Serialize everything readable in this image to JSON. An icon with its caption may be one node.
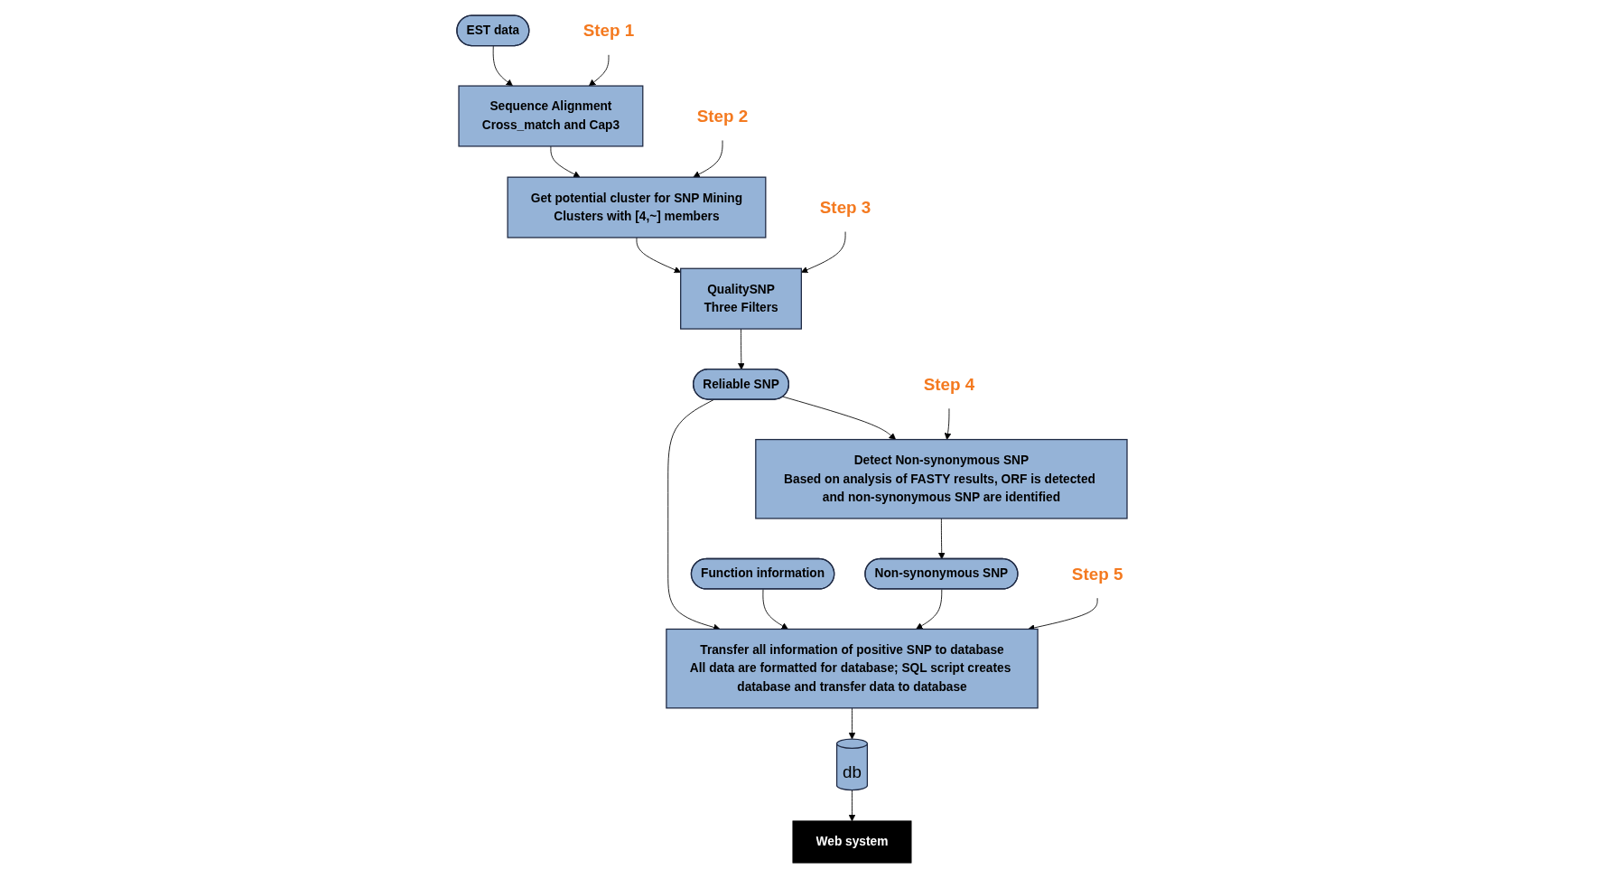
{
  "diagram": {
    "nodes": [
      {
        "text": [
          "EST data"
        ]
      },
      {
        "text": [
          "Step 1"
        ]
      },
      {
        "text": [
          "Sequence Alignment",
          "Cross_match and Cap3"
        ]
      },
      {
        "text": [
          "Step 2"
        ]
      },
      {
        "text": [
          "Get potential cluster for SNP Mining",
          "Clusters with [4,~] members"
        ]
      },
      {
        "text": [
          "Step 3"
        ]
      },
      {
        "text": [
          "QualitySNP",
          "Three Filters"
        ]
      },
      {
        "text": [
          "Reliable SNP"
        ]
      },
      {
        "text": [
          "Step 4"
        ]
      },
      {
        "text": [
          "Detect Non-synonymous SNP",
          "Based on analysis of FASTY results, ORF is detected and non-synonymous SNP are identified"
        ]
      },
      {
        "text": [
          "Web system"
        ]
      },
      {
        "text": [
          "Function information"
        ]
      },
      {
        "text": [
          "Non-synonymous SNP"
        ]
      },
      {
        "text": [
          "Transfer all information of positive SNP to database",
          "All data are formatted for database; SQL script creates database and transfer data to database"
        ]
      },
      {
        "text": [
          "db"
        ]
      },
      {
        "text": [
          "Step 5"
        ]
      }
    ],
    "edges": [
      {
        "from": 0,
        "to": 2,
        "arrow": "to"
      },
      {
        "from": 1,
        "to": 2,
        "arrow": "to"
      },
      {
        "from": 2,
        "to": 4,
        "arrow": "to"
      },
      {
        "from": 3,
        "to": 4,
        "arrow": "to"
      },
      {
        "from": 4,
        "to": 6,
        "arrow": "to"
      },
      {
        "from": 5,
        "to": 6,
        "arrow": "to"
      },
      {
        "from": 6,
        "to": 7,
        "arrow": "to"
      },
      {
        "from": 7,
        "to": 9,
        "arrow": "to"
      },
      {
        "from": 7,
        "to": 13,
        "arrow": "to"
      },
      {
        "from": 8,
        "to": 9,
        "arrow": "to"
      },
      {
        "from": 9,
        "to": 12,
        "arrow": "to"
      },
      {
        "from": 11,
        "to": 13,
        "arrow": "to"
      },
      {
        "from": 12,
        "to": 13,
        "arrow": "to"
      },
      {
        "from": 15,
        "to": 13,
        "arrow": "to"
      },
      {
        "from": 13,
        "to": 14,
        "arrow": "to"
      },
      {
        "from": 14,
        "to": 10,
        "arrow": "to"
      }
    ]
  }
}
